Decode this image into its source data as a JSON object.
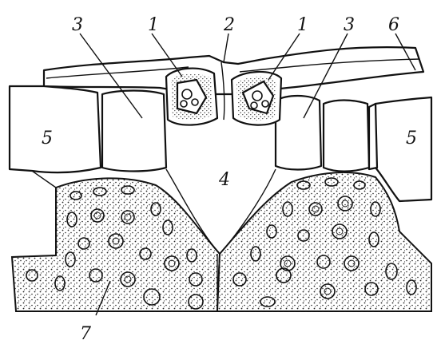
{
  "labels": {
    "guard_cell_left": "1",
    "guard_cell_right": "1",
    "stomatal_pore": "2",
    "subsidiary_cell_left": "3",
    "subsidiary_cell_right": "3",
    "substomatal_chamber": "4",
    "epidermis_left": "5",
    "epidermis_right": "5",
    "cuticle": "6",
    "mesophyll": "7"
  }
}
